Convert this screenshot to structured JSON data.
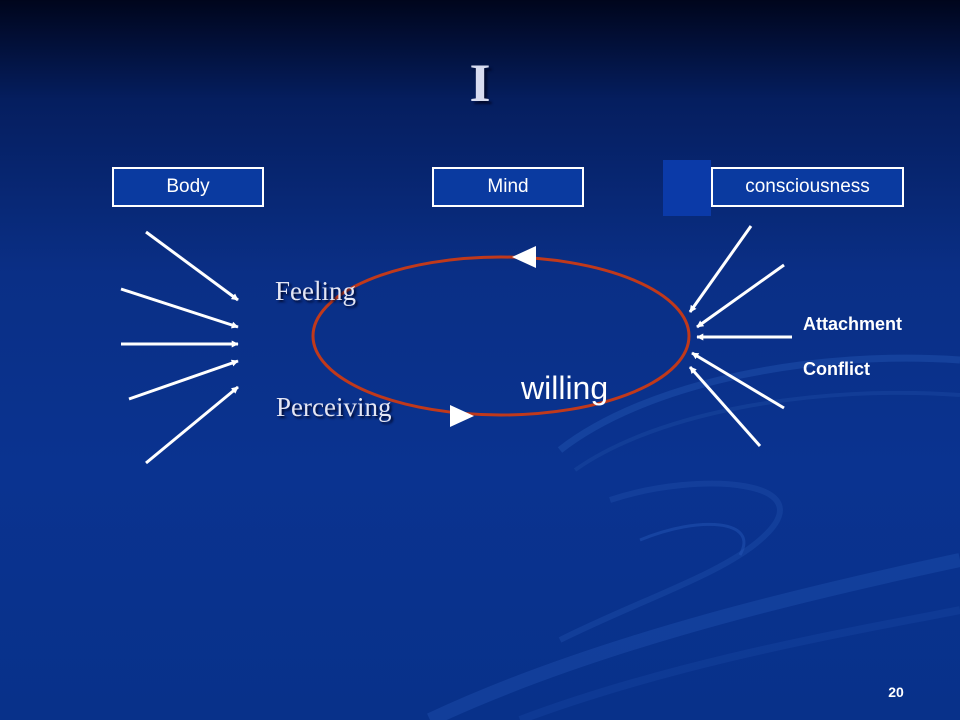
{
  "slide": {
    "title": "I",
    "boxes": {
      "body": "Body",
      "mind": "Mind",
      "consciousness": "consciousness"
    },
    "cycle": {
      "feeling": "Feeling",
      "perceiving": "Perceiving",
      "willing": "willing"
    },
    "influences": {
      "attachment": "Attachment",
      "conflict": "Conflict"
    },
    "page_number": "20"
  },
  "colors": {
    "background": "#0a3390",
    "cycle_ellipse": "#c0391b",
    "arrows": "#ffffff",
    "text": "#ffffff"
  }
}
